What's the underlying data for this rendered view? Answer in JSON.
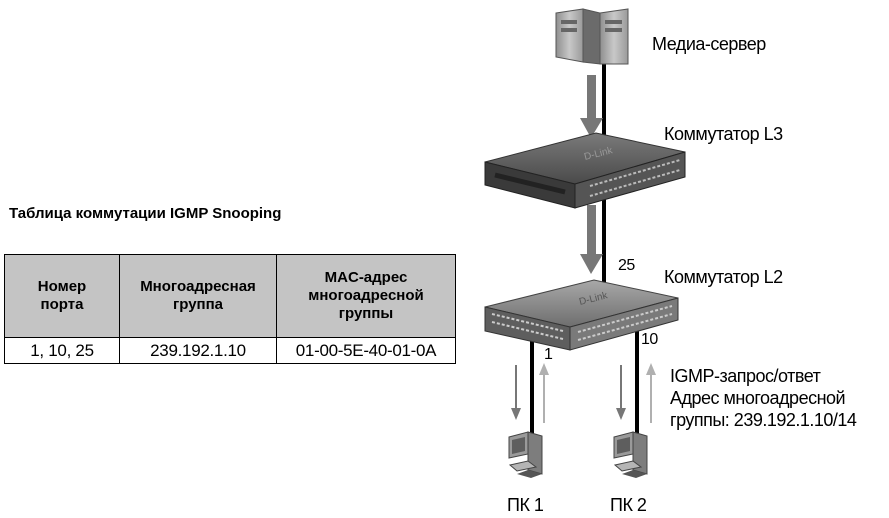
{
  "labels": {
    "media_server": "Медиа-сервер",
    "switch_l3": "Коммутатор L3",
    "switch_l2": "Коммутатор L2",
    "port_25": "25",
    "port_1": "1",
    "port_10": "10",
    "pc1": "ПК 1",
    "pc2": "ПК 2",
    "igmp_note": "IGMP-запрос/ответ\nАдрес многоадресной\nгруппы: 239.192.1.10/14"
  },
  "table": {
    "title": "Таблица коммутации IGMP Snooping",
    "headers": [
      "Номер\nпорта",
      "Многоадресная\nгруппа",
      "MAC-адрес\nмногоадресной\nгруппы"
    ],
    "rows": [
      [
        "1, 10, 25",
        "239.192.1.10",
        "01-00-5E-40-01-0A"
      ]
    ]
  },
  "colors": {
    "arrow_dark": "#777777",
    "arrow_light": "#b0b0b0",
    "header_bg": "#c4c4c4"
  }
}
